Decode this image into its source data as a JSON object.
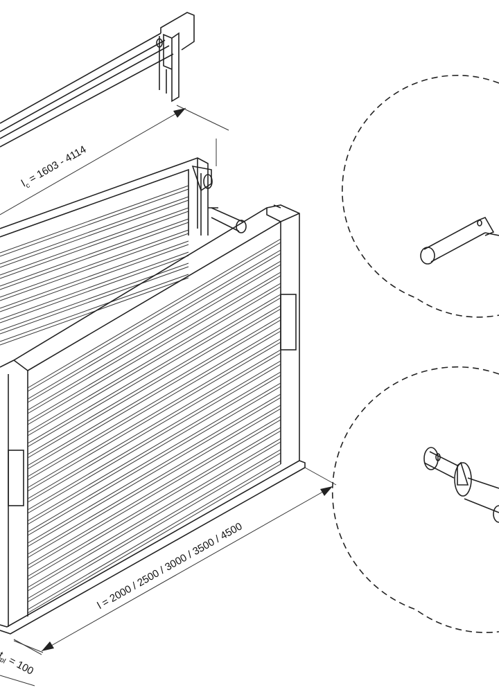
{
  "drawing": {
    "dimension_clamp_length": {
      "symbol": "l",
      "subscript": "c",
      "value": "= 1603 - 4114"
    },
    "dimension_length": {
      "symbol": "l",
      "value": "= 2000 / 2500 / 3000 / 3500 / 4500"
    },
    "dimension_plate_thickness": {
      "symbol": "t",
      "subscript": "pl",
      "value": "= 100"
    },
    "detail_views": [
      "pin-detail",
      "coupling-pin-detail"
    ],
    "line_color": "#222222"
  }
}
